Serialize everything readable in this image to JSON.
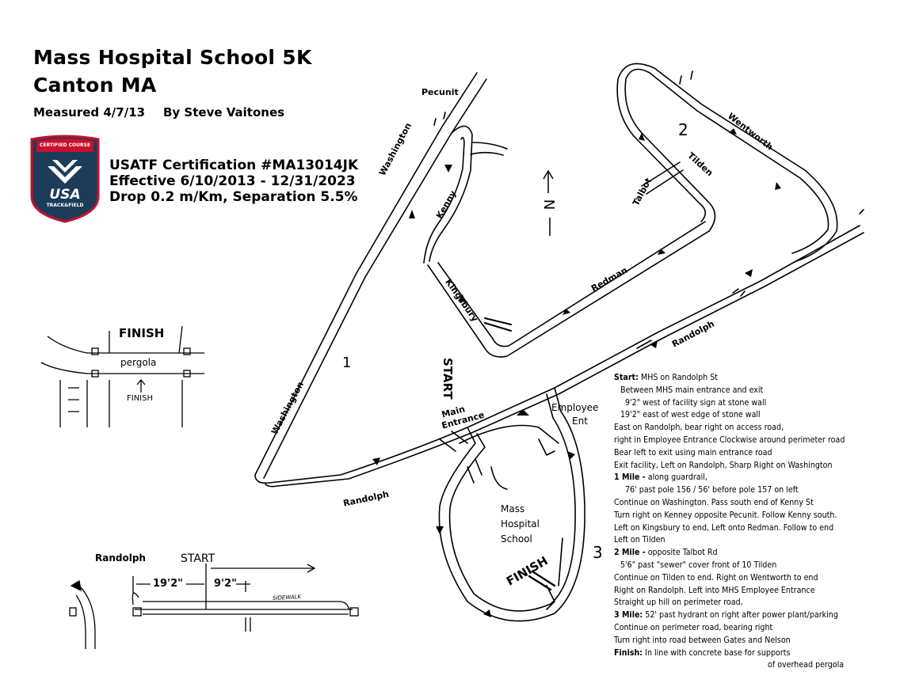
{
  "header": {
    "title_line1": "Mass Hospital School 5K",
    "title_line2": "Canton MA",
    "measured": "Measured 4/7/13",
    "author": "By Steve Vaitones"
  },
  "badge": {
    "top": "CERTIFIED COURSE",
    "brand": "USA",
    "sub": "TRACK&FIELD",
    "colors": {
      "navy": "#1d3c5a",
      "red": "#c8102e"
    }
  },
  "certification": {
    "line1": "USATF Certification #MA13014JK",
    "line2": "Effective 6/10/2013 - 12/31/2023",
    "line3": "Drop 0.2 m/Km, Separation 5.5%"
  },
  "map": {
    "north": "N",
    "streets": {
      "pecunit": "Pecunit",
      "washington_top": "Washington",
      "washington_bottom": "Washington",
      "kenny": "Kenny",
      "kingsbury": "Kingsbury",
      "redman": "Redman",
      "randolph_right": "Randolph",
      "randolph_left": "Randolph",
      "talbot": "Talbot",
      "tilden": "Tilden",
      "wentworth": "Wentworth"
    },
    "labels": {
      "start": "START",
      "main_entrance_1": "Main",
      "main_entrance_2": "Entrance",
      "employee_1": "Employee",
      "employee_2": "Ent",
      "school_1": "Mass",
      "school_2": "Hospital",
      "school_3": "School",
      "finish": "FINISH"
    },
    "markers": {
      "mile1": "1",
      "mile2": "2",
      "mile3": "3"
    }
  },
  "finish_inset": {
    "finish": "FINISH",
    "pergola": "pergola",
    "finish_small": "FINISH"
  },
  "start_inset": {
    "street": "Randolph",
    "start": "START",
    "dist1": "19'2\"",
    "dist2": "9'2\"",
    "sidewalk": "SIDEWALK"
  },
  "directions": [
    {
      "lead": "Start:",
      "text": " MHS on Randolph St"
    },
    {
      "lead": "",
      "text": "Between MHS main entrance and exit"
    },
    {
      "lead": "",
      "text": "9'2\" west of facility sign at stone wall"
    },
    {
      "lead": "",
      "text": "19'2\" east of west edge of stone wall"
    },
    {
      "lead": "",
      "text": "East on Randolph, bear right on access road,"
    },
    {
      "lead": "",
      "text": "right in Employee Entrance Clockwise around perimeter road"
    },
    {
      "lead": "",
      "text": "Bear left to exit using main entrance road"
    },
    {
      "lead": "",
      "text": "Exit facility, Left on Randolph, Sharp Right on Washington"
    },
    {
      "lead": "1 Mile -",
      "text": " along guardrail,"
    },
    {
      "lead": "",
      "text": "76' past pole 156 / 56' before pole 157 on left"
    },
    {
      "lead": "",
      "text": "Continue on Washington.  Pass south end of Kenny St"
    },
    {
      "lead": "",
      "text": "Turn right on Kenney opposite Pecunit.  Follow Kenny south."
    },
    {
      "lead": "",
      "text": "Left on Kingsbury to end,  Left onto Redman.  Follow to end"
    },
    {
      "lead": "",
      "text": "Left on Tilden"
    },
    {
      "lead": "2 Mile -",
      "text": " opposite Talbot Rd"
    },
    {
      "lead": "",
      "text": "5'6\" past \"sewer\" cover  front of 10 Tilden"
    },
    {
      "lead": "",
      "text": "Continue on Tilden to end.  Right on Wentworth to end"
    },
    {
      "lead": "",
      "text": "Right on Randolph.   Left into MHS Employee Entrance"
    },
    {
      "lead": "",
      "text": "Straight up hill on perimeter road,"
    },
    {
      "lead": "3 Mile:",
      "text": "  52' past hydrant on right after power plant/parking"
    },
    {
      "lead": "",
      "text": "Continue on perimeter road, bearing right"
    },
    {
      "lead": "",
      "text": "Turn right into road between Gates and Nelson"
    },
    {
      "lead": "Finish:",
      "text": " In line with concrete base for supports"
    },
    {
      "lead": "",
      "text": "of overhead pergola"
    }
  ]
}
